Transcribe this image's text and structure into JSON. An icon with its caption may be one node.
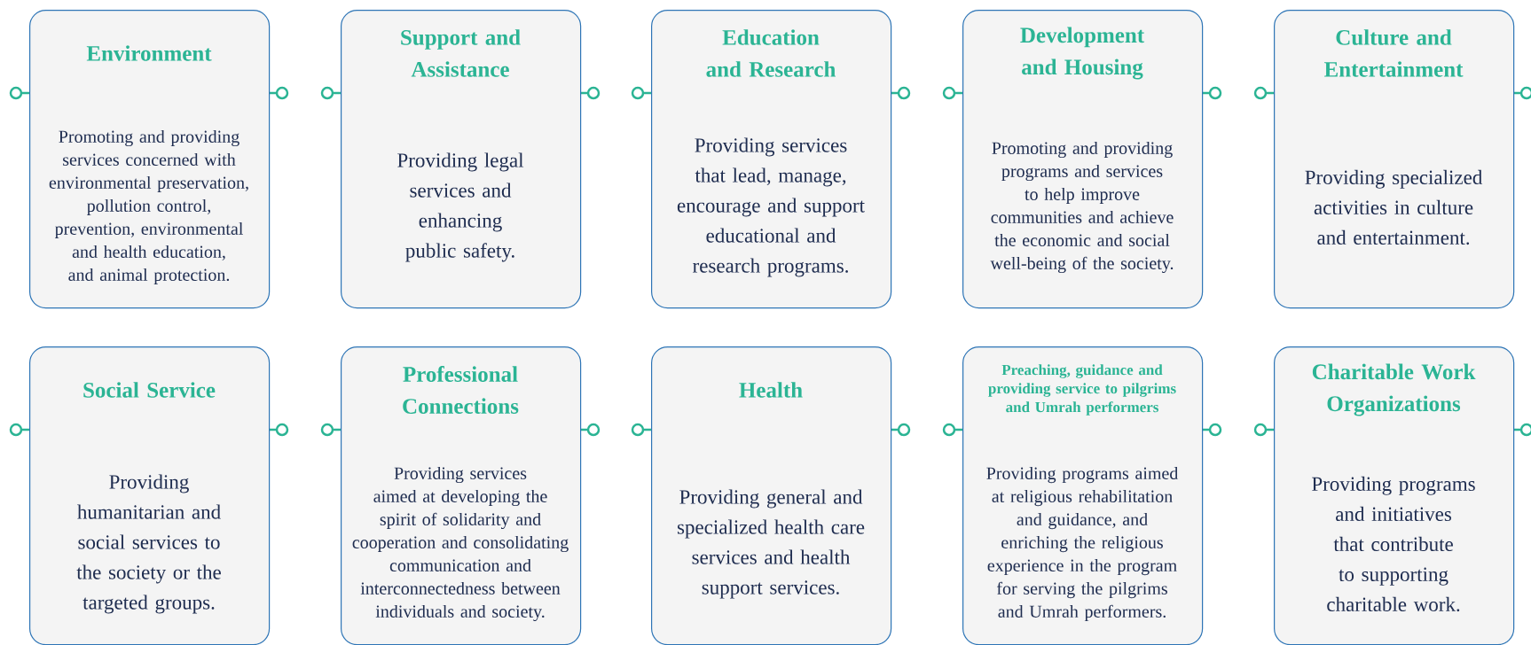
{
  "diagram": {
    "nodes": [
      {
        "text": [
          "Environment",
          "Promoting and providing services concerned with environmental preservation, pollution control, prevention, environmental and health education, and animal protection."
        ]
      },
      {
        "text": [
          "Support and Assistance",
          "Providing legal services and enhancing public safety."
        ]
      },
      {
        "text": [
          "Education and Research",
          "Providing services that lead, manage, encourage and support educational and research programs."
        ]
      },
      {
        "text": [
          "Development and Housing",
          "Promoting and providing programs and services to help improve communities and achieve the economic and social well-being of the society."
        ]
      },
      {
        "text": [
          "Culture and Entertainment",
          "Providing specialized activities in culture and entertainment."
        ]
      },
      {
        "text": [
          "Social Service",
          "Providing humanitarian and social services to the society or the targeted groups."
        ]
      },
      {
        "text": [
          "Professional Connections",
          "Providing services aimed at developing the spirit of solidarity and cooperation and consolidating communication and interconnectedness between individuals and society."
        ]
      },
      {
        "text": [
          "Health",
          "Providing general and specialized health care services and health support services."
        ]
      },
      {
        "text": [
          "Preaching, guidance and providing service to pilgrims and Umrah performers",
          "Providing programs aimed at religious rehabilitation and guidance, and enriching the religious experience in the program for serving the pilgrims and Umrah performers."
        ]
      },
      {
        "text": [
          "Charitable Work Organizations",
          "Providing programs and initiatives that contribute to supporting charitable work."
        ]
      }
    ]
  }
}
